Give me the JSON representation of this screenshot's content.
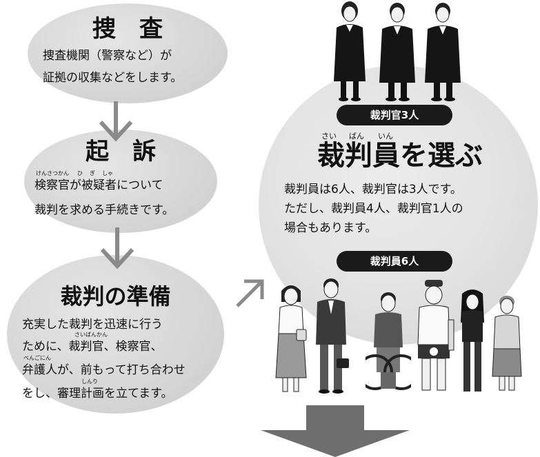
{
  "step1": {
    "title": "捜　査",
    "lines": [
      "捜査機関（警察など）が",
      "証拠の収集などをします。"
    ]
  },
  "step2": {
    "title": "起　訴",
    "lines": [
      "検察官が被疑者について",
      "裁判を求める手続きです。"
    ],
    "furigana": [
      "けんさつかん",
      "ひ",
      "ぎ",
      "しゃ"
    ]
  },
  "step3": {
    "title": "裁判の準備",
    "lines": [
      "充実した裁判を迅速に行う",
      "ために、裁判官、検察官、",
      "弁護人が、前もって打ち合わせ",
      "をし、審理計画を立てます。"
    ],
    "furigana": [
      "さいばんかん",
      "べんごにん",
      "しんり"
    ]
  },
  "select": {
    "judges_label": "裁判官3人",
    "furigana": [
      "さい",
      "ばん",
      "いん"
    ],
    "title": "裁判員を選ぶ",
    "lines": [
      "裁判員は6人、裁判官は3人です。",
      "ただし、裁判員4人、裁判官1人の",
      "場合もあります。"
    ],
    "jurors_label": "裁判員6人"
  },
  "colors": {
    "ellipse": "#d6d6d6",
    "circle": "#e4e4e4",
    "pill": "#1a1a1a",
    "arrow": "#8a8a8a",
    "big_arrow": "#6e6e6e"
  },
  "icons": [
    "down-arrow-icon",
    "diagonal-arrow-icon",
    "big-down-arrow-icon",
    "judge-figure-icon",
    "citizen-figure-icon"
  ]
}
